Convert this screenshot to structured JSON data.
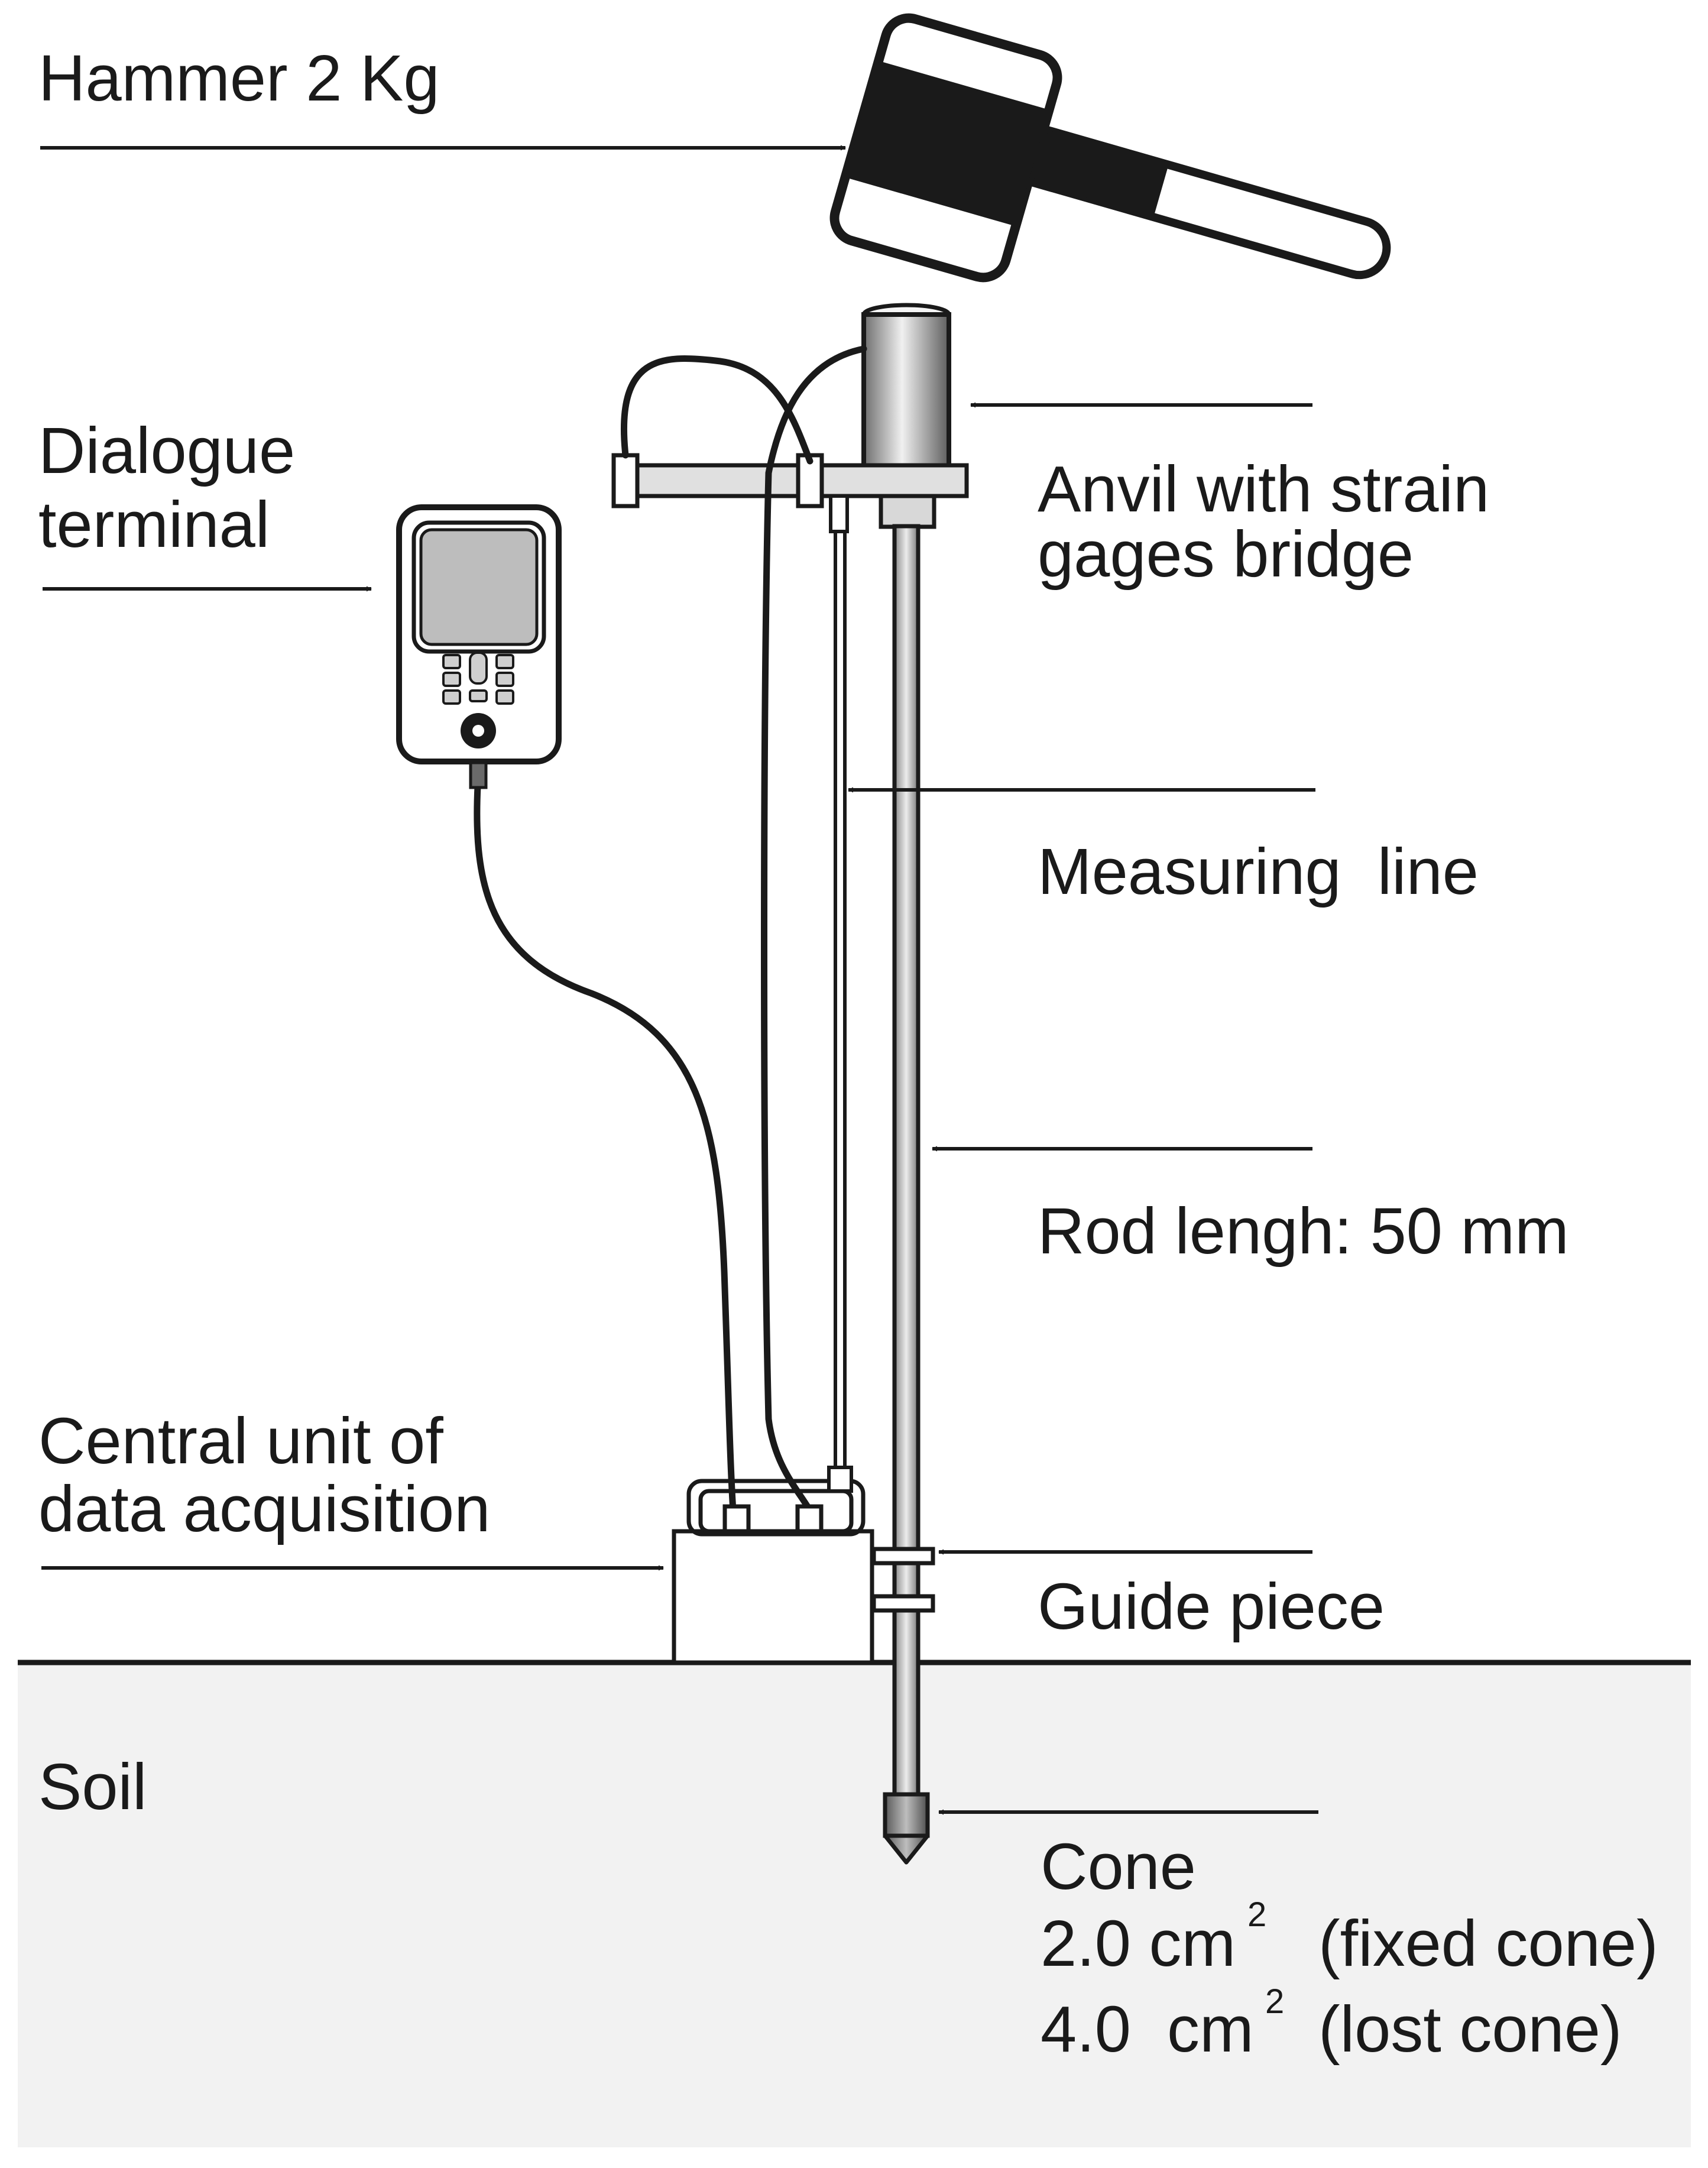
{
  "labels": {
    "hammer": "Hammer 2 Kg",
    "dialogue_line1": "Dialogue",
    "dialogue_line2": "terminal",
    "anvil_line1": "Anvil with strain",
    "anvil_line2": "gages bridge",
    "measuring_line": "Measuring  line",
    "rod_length": "Rod lengh: 50 mm",
    "central_line1": "Central unit of",
    "central_line2": "data acquisition",
    "guide_piece": "Guide piece",
    "soil": "Soil",
    "cone_title": "Cone",
    "cone_fixed_value": "2.0 cm",
    "cone_fixed_note": "(fixed cone)",
    "cone_lost_value": "4.0  cm",
    "cone_lost_note": "(lost cone)",
    "superscript": "2"
  },
  "colors": {
    "ink": "#1a1a1a",
    "soil": "#f2f2f2",
    "metal_light": "#e6e6e6",
    "metal_dark": "#7a7a7a",
    "screen": "#bdbdbd"
  }
}
